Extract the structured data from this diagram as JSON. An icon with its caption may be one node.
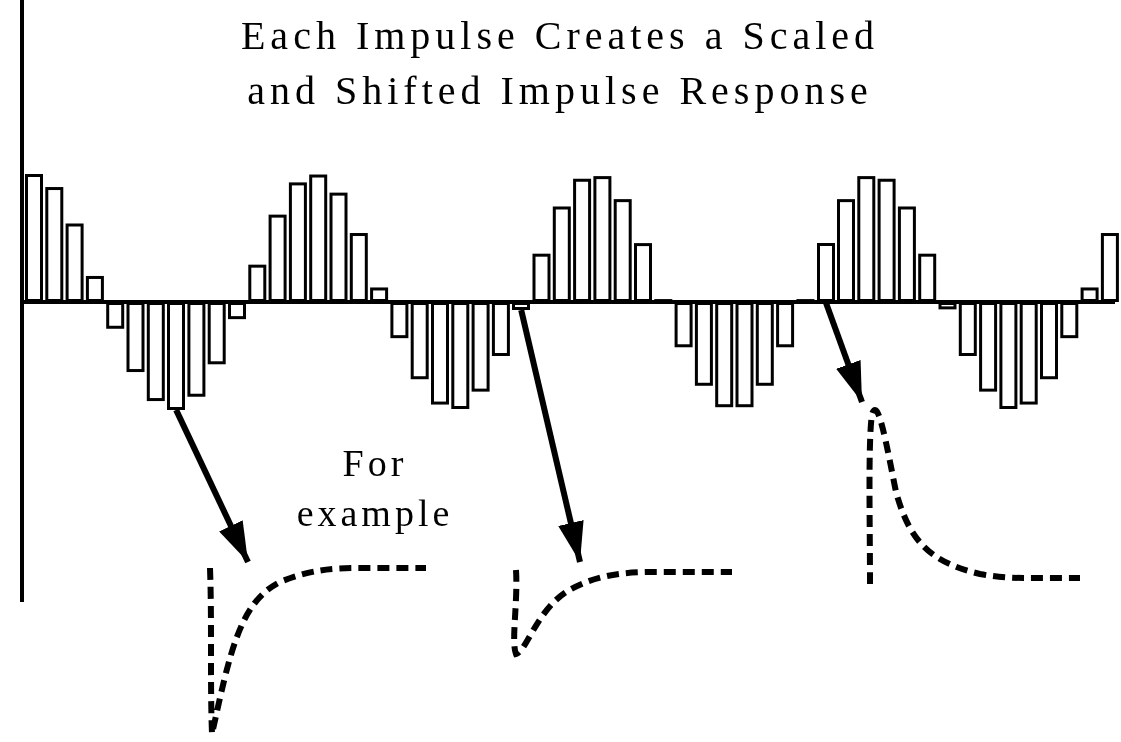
{
  "diagram": {
    "title": "Each Impulse Creates a Scaled and Shifted Impulse Response",
    "nodes": [
      {
        "text": [],
        "shape": "bar"
      },
      {
        "text": [],
        "shape": "bar"
      },
      {
        "text": [],
        "shape": "bar"
      },
      {
        "text": [],
        "shape": "curve"
      },
      {
        "text": [],
        "shape": "curve"
      },
      {
        "text": [],
        "shape": "curve"
      }
    ],
    "edges": [
      {
        "from": 0,
        "to": 3,
        "arrow": "to"
      },
      {
        "from": 1,
        "to": 4,
        "arrow": "to"
      },
      {
        "from": 2,
        "to": 5,
        "arrow": "to"
      }
    ],
    "labels": [
      "For example"
    ]
  }
}
